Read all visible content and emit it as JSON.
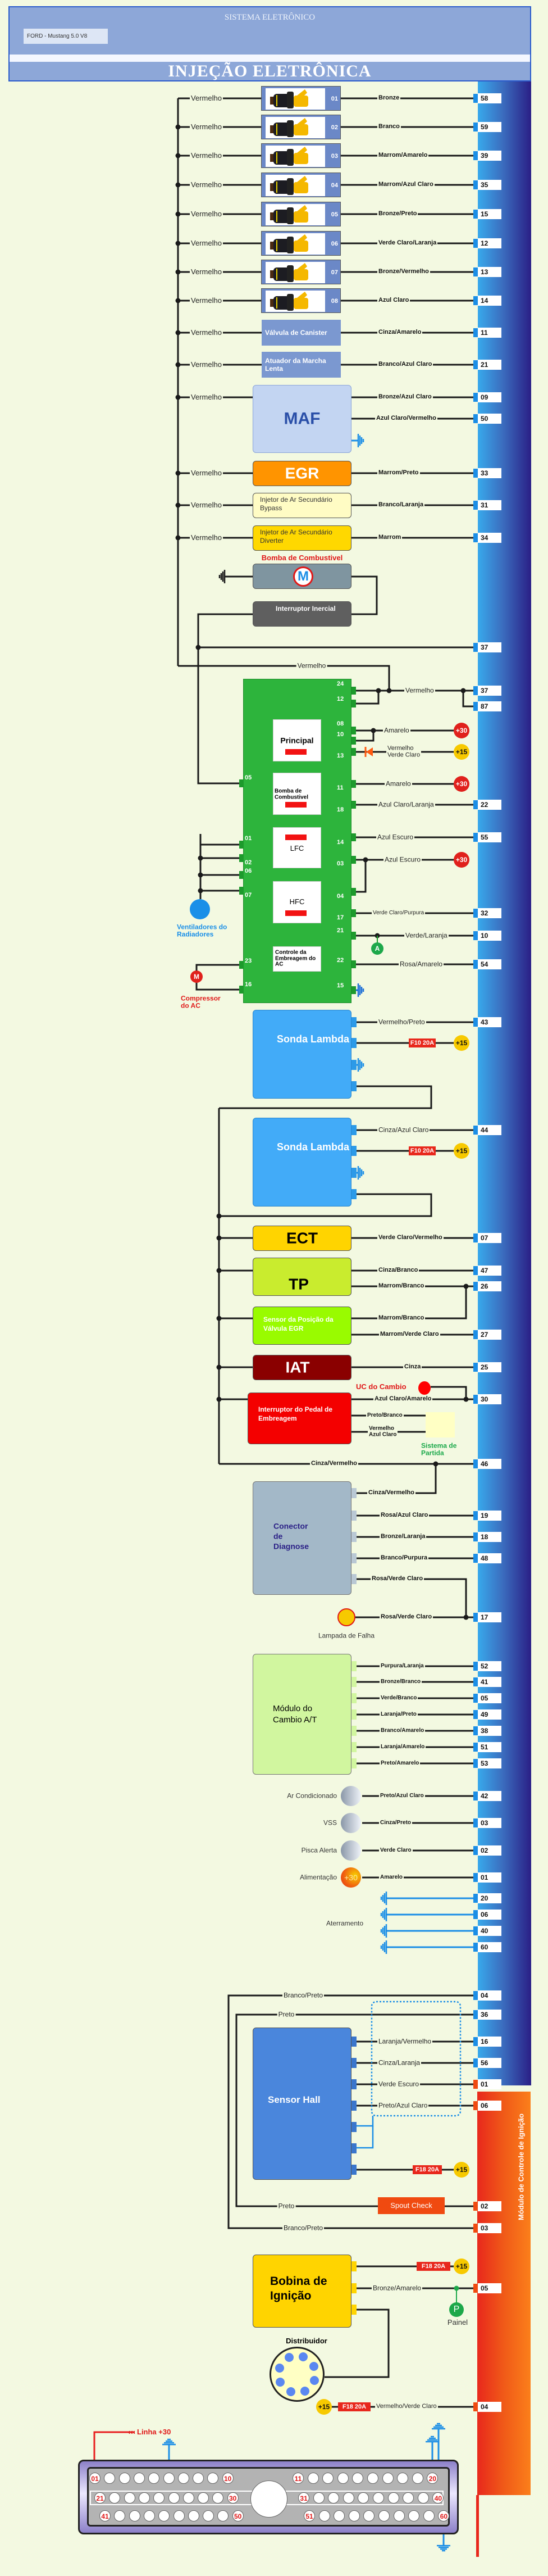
{
  "header": {
    "system_title": "SISTEMA ELETRÔNICO",
    "model": "FORD - Mustang 5.0 V8",
    "title": "INJEÇÃO ELETRÔNICA"
  },
  "colors": {
    "ecu_blue": "#38a9ec",
    "ecu_orange": "#f05a18",
    "relay_green": "#2db43c",
    "background": "#f3f9e1"
  },
  "feed_wire": "Vermelho",
  "injectors": [
    {
      "num": "01",
      "wire": "Bronze",
      "pin": "58"
    },
    {
      "num": "02",
      "wire": "Branco",
      "pin": "59"
    },
    {
      "num": "03",
      "wire": "Marrom/Amarelo",
      "pin": "39"
    },
    {
      "num": "04",
      "wire": "Marrom/Azul Claro",
      "pin": "35"
    },
    {
      "num": "05",
      "wire": "Bronze/Preto",
      "pin": "15"
    },
    {
      "num": "06",
      "wire": "Verde Claro/Laranja",
      "pin": "12"
    },
    {
      "num": "07",
      "wire": "Bronze/Vermelho",
      "pin": "13"
    },
    {
      "num": "08",
      "wire": "Azul Claro",
      "pin": "14"
    }
  ],
  "actuators": [
    {
      "label": "Válvula de Canister",
      "wire": "Cinza/Amarelo",
      "pin": "11"
    },
    {
      "label": "Atuador da Marcha Lenta",
      "wire": "Branco/Azul Claro",
      "pin": "21"
    }
  ],
  "maf": {
    "label": "MAF",
    "outputs": [
      {
        "wire": "Bronze/Azul Claro",
        "pin": "09"
      },
      {
        "wire": "Azul Claro/Vermelho",
        "pin": "50"
      }
    ]
  },
  "egr": {
    "label": "EGR",
    "wire": "Marrom/Preto",
    "pin": "33"
  },
  "air_injectors": [
    {
      "label": "Injetor de Ar Secundário Bypass",
      "wire": "Branco/Laranja",
      "pin": "31"
    },
    {
      "label": "Injetor de Ar Secundário Diverter",
      "wire": "Marrom",
      "pin": "34"
    }
  ],
  "fuel_pump": {
    "title": "Bomba de Combustivel",
    "symbol": "M"
  },
  "inertia_switch": {
    "label": "Interruptor Inercial"
  },
  "power_pin": "37",
  "relay": {
    "feed_wire": "Vermelho",
    "terminals_right": [
      "24",
      "12",
      "08",
      "10",
      "13",
      "11",
      "18",
      "14",
      "03",
      "04",
      "17",
      "21",
      "22",
      "15"
    ],
    "terminals_left": [
      "05",
      "01",
      "02",
      "06",
      "07",
      "23",
      "16"
    ],
    "blocks": [
      "Principal",
      "Bomba de Combustivel",
      "LFC",
      "HFC",
      "Controle da Embreagem do AC"
    ],
    "outputs": [
      {
        "wire": "Vermelho",
        "pins": [
          "37",
          "87"
        ]
      },
      {
        "wire": "Amarelo",
        "supply": "+30"
      },
      {
        "wire": "Vermelho\nVerde Claro",
        "supply": "+15"
      },
      {
        "wire": "Amarelo",
        "supply": "+30"
      },
      {
        "wire": "Azul Claro/Laranja",
        "pin": "22"
      },
      {
        "wire": "Azul Escuro",
        "pin": "55"
      },
      {
        "wire": "Azul Escuro",
        "supply": "+30"
      },
      {
        "wire": "Verde Claro/Purpura",
        "pin": "32"
      },
      {
        "wire": "Verde/Laranja",
        "pin": "10",
        "tap": "A"
      },
      {
        "wire": "Rosa/Amarelo",
        "pin": "54"
      }
    ],
    "fans_label": "Ventiladores do Radiadores",
    "compressor_label": "Compressor do AC",
    "compressor_symbol": "M"
  },
  "lambda": [
    {
      "label": "Sonda Lambda",
      "wire": "Vermelho/Preto",
      "pin": "43",
      "fuse": "F10 20A",
      "supply": "+15"
    },
    {
      "label": "Sonda Lambda",
      "wire": "Cinza/Azul Claro",
      "pin": "44",
      "fuse": "F10 20A",
      "supply": "+15"
    }
  ],
  "ect": {
    "label": "ECT",
    "wire": "Verde Claro/Vermelho",
    "pin": "07"
  },
  "tp": {
    "label": "TP",
    "outputs": [
      {
        "wire": "Cinza/Branco",
        "pin": "47"
      },
      {
        "wire": "Marrom/Branco",
        "pin": "26"
      }
    ]
  },
  "egr_sensor": {
    "label": "Sensor da Posição da Válvula EGR",
    "outputs": [
      {
        "wire": "Marrom/Branco"
      },
      {
        "wire": "Marrom/Verde Claro",
        "pin": "27"
      }
    ]
  },
  "iat": {
    "label": "IAT",
    "wire": "Cinza",
    "pin": "25"
  },
  "clutch": {
    "label": "Interruptor do Pedal de Embreagem",
    "tcu_label": "UC do Cambio",
    "outputs": [
      {
        "wire": "Azul Claro/Amarelo",
        "pin": "30"
      },
      {
        "wire": "Preto/Branco"
      },
      {
        "wire": "Vermelho\nAzul Claro"
      }
    ],
    "start_system": "Sistema de Partida"
  },
  "sensor_return": {
    "wire": "Cinza/Vermelho",
    "pin": "46"
  },
  "diagnostic": {
    "label": "Conector de Diagnose",
    "outputs": [
      {
        "wire": "Cinza/Vermelho"
      },
      {
        "wire": "Rosa/Azul Claro",
        "pin": "19"
      },
      {
        "wire": "Bronze/Laranja",
        "pin": "18"
      },
      {
        "wire": "Branco/Purpura",
        "pin": "48"
      },
      {
        "wire": "Rosa/Verde Claro"
      }
    ]
  },
  "mil": {
    "label": "Lampada de Falha",
    "wire": "Rosa/Verde Claro",
    "pin": "17"
  },
  "transmission": {
    "label": "Módulo do Cambio A/T",
    "outputs": [
      {
        "wire": "Purpura/Laranja",
        "pin": "52"
      },
      {
        "wire": "Bronze/Branco",
        "pin": "41"
      },
      {
        "wire": "Verde/Branco",
        "pin": "05"
      },
      {
        "wire": "Laranja/Preto",
        "pin": "49"
      },
      {
        "wire": "Branco/Amarelo",
        "pin": "38"
      },
      {
        "wire": "Laranja/Amarelo",
        "pin": "51"
      },
      {
        "wire": "Preto/Amarelo",
        "pin": "53"
      }
    ]
  },
  "inputs": [
    {
      "label": "Ar Condicionado",
      "wire": "Preto/Azul Claro",
      "pin": "42"
    },
    {
      "label": "VSS",
      "wire": "Cinza/Preto",
      "pin": "03"
    },
    {
      "label": "Pisca Alerta",
      "wire": "Verde Claro",
      "pin": "02"
    },
    {
      "label": "Alimentação",
      "symbol": "+30",
      "wire": "Amarelo",
      "pin": "01"
    }
  ],
  "grounds": {
    "label": "Aterramento",
    "pins": [
      "20",
      "06",
      "40",
      "60"
    ]
  },
  "ignition_module": {
    "label": "Módulo de Controle de Ignição"
  },
  "hall": {
    "label": "Sensor Hall",
    "lines": [
      {
        "wire": "Branco/Preto",
        "pin": "04"
      },
      {
        "wire": "Preto",
        "pin": "36"
      },
      {
        "wire": "Laranja/Vermelho",
        "pin": "16"
      },
      {
        "wire": "Cinza/Laranja",
        "pin": "56"
      },
      {
        "wire": "Verde Escuro",
        "pin": "01"
      },
      {
        "wire": "Preto/Azul Claro",
        "pin": "06"
      }
    ],
    "fuse": "F18 20A",
    "supply": "+15"
  },
  "spout": {
    "label": "Spout Check",
    "wire": "Preto",
    "pin": "02",
    "return_wire": "Branco/Preto",
    "return_pin": "03"
  },
  "coil": {
    "label": "Bobina de Ignição",
    "fuse": "F18 20A",
    "supply": "+15",
    "wire": "Bronze/Amarelo",
    "pin": "05",
    "tap": "P",
    "tap_label": "Painel"
  },
  "distributor": {
    "label": "Distribuidor",
    "fuse": "F18 20A",
    "supply": "+15",
    "wire": "Vermelho/Verde Claro",
    "pin": "04"
  },
  "ecu_connector": {
    "supply_label": "Linha +30",
    "pin_labels": [
      "01",
      "10",
      "11",
      "20",
      "21",
      "30",
      "31",
      "40",
      "41",
      "50",
      "51",
      "60"
    ]
  }
}
